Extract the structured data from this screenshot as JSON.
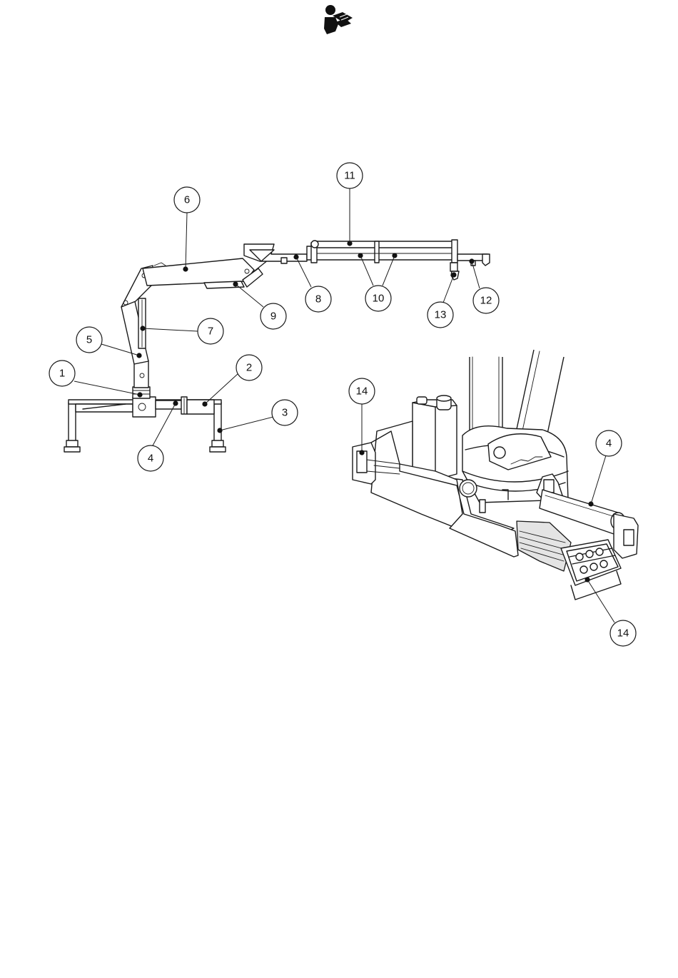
{
  "page": {
    "icon": "read-manual-icon"
  },
  "overview_callouts": [
    "1",
    "2",
    "3",
    "4",
    "5",
    "6",
    "7",
    "8",
    "9",
    "10",
    "11",
    "12",
    "13"
  ],
  "detail_callouts": [
    "14",
    "4",
    "14"
  ]
}
